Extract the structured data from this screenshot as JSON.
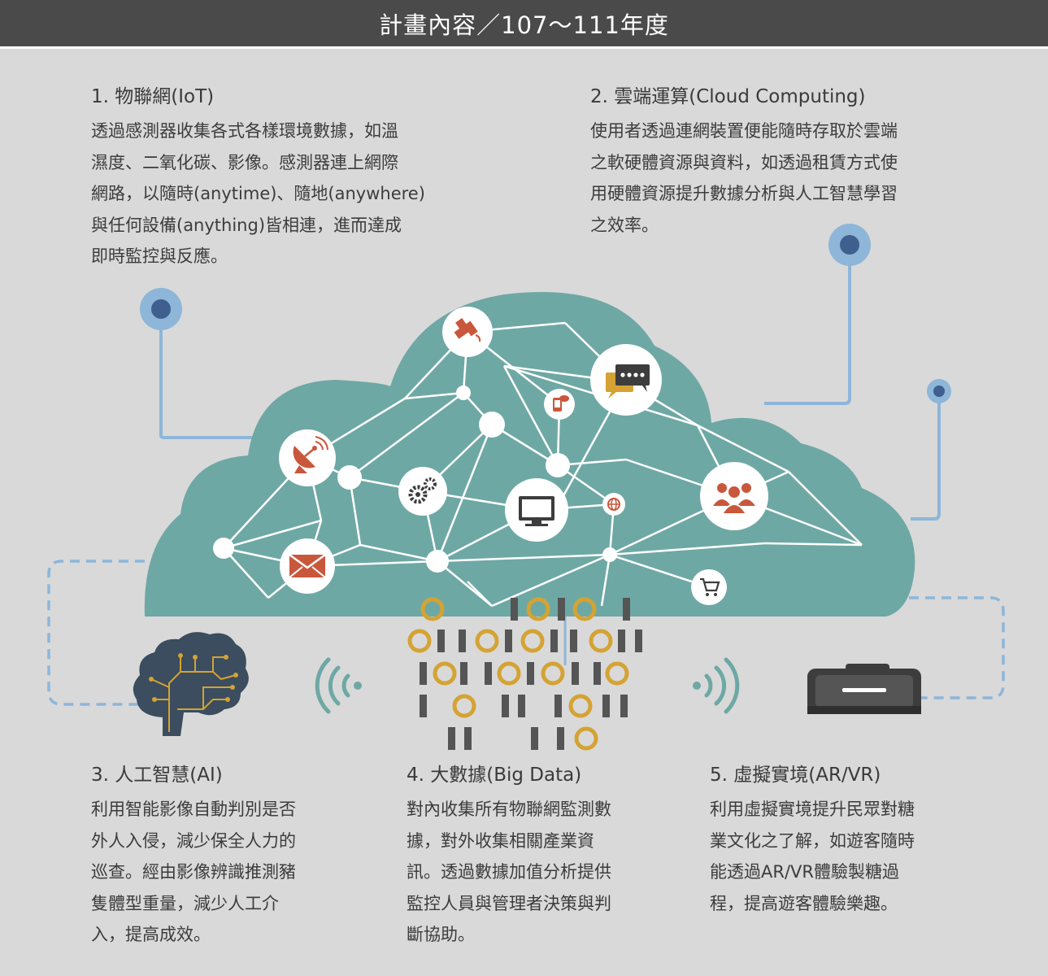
{
  "header": {
    "title": "計畫內容／107～111年度"
  },
  "sections": [
    {
      "title": "1. 物聯網(IoT)",
      "lines": [
        "透過感測器收集各式各樣環境數據，如溫",
        "濕度、二氧化碳、影像。感測器連上網際",
        "網路，以隨時(anytime)、隨地(anywhere)",
        "與任何設備(anything)皆相連，進而達成",
        "即時監控與反應。"
      ]
    },
    {
      "title": "2. 雲端運算(Cloud Computing)",
      "lines": [
        "使用者透過連網裝置便能隨時存取於雲端",
        "之軟硬體資源與資料，如透過租賃方式使",
        "用硬體資源提升數據分析與人工智慧學習",
        "之效率。"
      ]
    },
    {
      "title": "3. 人工智慧(AI)",
      "lines": [
        "利用智能影像自動判別是否",
        "外人入侵，減少保全人力的",
        "巡查。經由影像辨識推測豬",
        "隻體型重量，減少人工介",
        "入，提高成效。"
      ]
    },
    {
      "title": "4. 大數據(Big Data)",
      "lines": [
        "對內收集所有物聯網監測數",
        "據，對外收集相關產業資",
        "訊。透過數據加值分析提供",
        "監控人員與管理者決策與判",
        "斷協助。"
      ]
    },
    {
      "title": "5. 虛擬實境(AR/VR)",
      "lines": [
        "利用虛擬實境提升民眾對糖",
        "業文化之了解，如遊客隨時",
        "能透過AR/VR體驗製糖過",
        "程，提高遊客體驗樂趣。"
      ]
    }
  ],
  "icons": {
    "satellite": "satellite-icon",
    "chat": "chat-bubbles-icon",
    "sms": "sms-phone-icon",
    "dish": "satellite-dish-icon",
    "gears": "gears-icon",
    "monitor": "monitor-icon",
    "globe": "globe-icon",
    "people": "people-group-icon",
    "mail": "mail-envelope-icon",
    "cart": "shopping-cart-icon",
    "brain": "circuit-brain-icon",
    "wifi": "wireless-signal-icon",
    "vr": "vr-headset-icon",
    "data": "binary-data-icon"
  },
  "colors": {
    "header_bg": "#4a4a4a",
    "background": "#d9d9d9",
    "cloud": "#6ea8a4",
    "accent_orange": "#c9573c",
    "accent_gold": "#d4a333",
    "accent_blue": "#8db6d9",
    "node_blue": "#3f5f8f",
    "dark": "#3d3d3d",
    "brain": "#3b4d5e"
  }
}
